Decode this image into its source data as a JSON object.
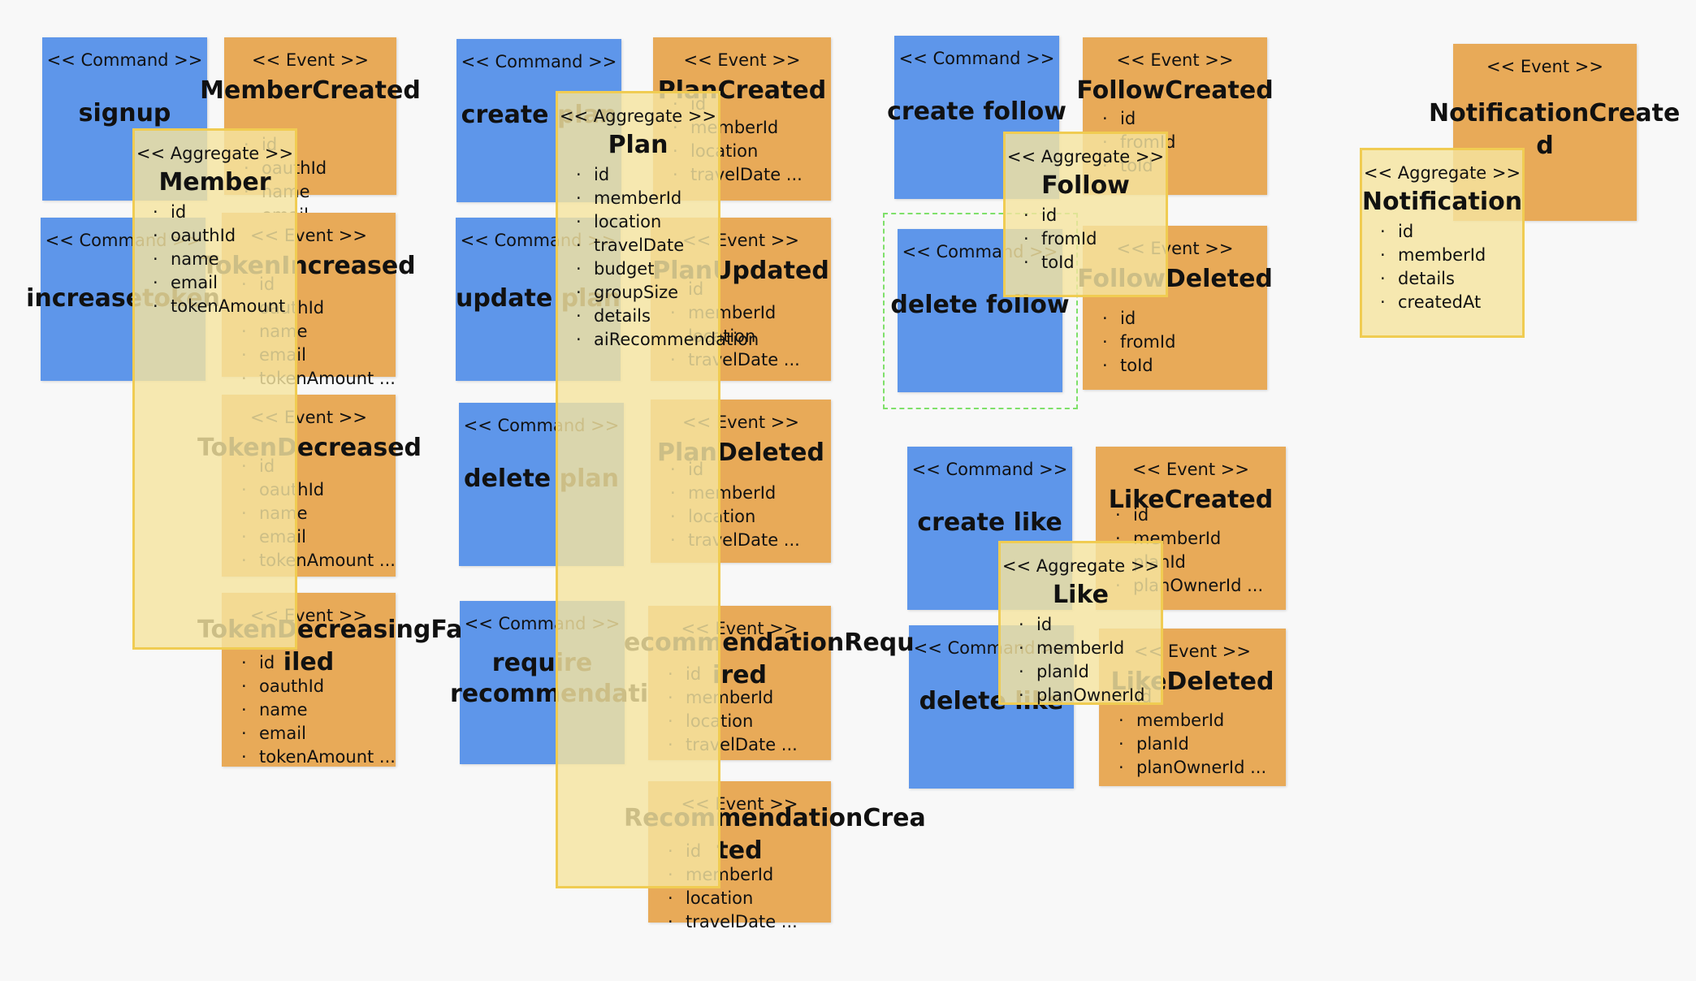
{
  "commands": {
    "signup": "signup",
    "increase_token": "increasetoken",
    "create_plan": "create plan",
    "update_plan": "update plan",
    "delete_plan": "delete plan",
    "require_recommendation": "require recommendation",
    "create_follow": "create follow",
    "delete_follow": "delete follow",
    "create_like": "create like",
    "delete_like": "delete like"
  },
  "stereotypes": {
    "command": "<< Command >>",
    "event": "<< Event >>",
    "aggregate": "<< Aggregate >>"
  },
  "events": {
    "member_created": {
      "name": "MemberCreated",
      "fields": [
        "id",
        "oauthId",
        "name",
        "email ..."
      ]
    },
    "token_increased": {
      "name": "TokenIncreased",
      "fields": [
        "id",
        "oauthId",
        "name",
        "email",
        "tokenAmount ..."
      ]
    },
    "token_decreased": {
      "name": "TokenDecreased",
      "fields": [
        "id",
        "oauthId",
        "name",
        "email",
        "tokenAmount ..."
      ]
    },
    "token_decreasing_failed": {
      "name": "TokenDecreasingFailed",
      "line1": "TokenDecreasingFa",
      "line2": "iled",
      "fields": [
        "id",
        "oauthId",
        "name",
        "email",
        "tokenAmount ..."
      ]
    },
    "plan_created": {
      "name": "PlanCreated",
      "fields": [
        "id",
        "memberId",
        "location",
        "travelDate ..."
      ]
    },
    "plan_updated": {
      "name": "PlanUpdated",
      "fields": [
        "id",
        "memberId",
        "location",
        "travelDate ..."
      ]
    },
    "plan_deleted": {
      "name": "PlanDeleted",
      "fields": [
        "id",
        "memberId",
        "location",
        "travelDate ..."
      ]
    },
    "recommendation_required": {
      "name": "RecommendationRequired",
      "line1": "ecommendationRequ",
      "line2": "ired",
      "fields": [
        "id",
        "memberId",
        "location",
        "travelDate ..."
      ]
    },
    "recommendation_created": {
      "name": "RecommendationCreated",
      "line1": "RecommendationCrea",
      "line2": "ted",
      "fields": [
        "id",
        "memberId",
        "location",
        "travelDate ..."
      ]
    },
    "follow_created": {
      "name": "FollowCreated",
      "fields": [
        "id",
        "fromId",
        "toId"
      ]
    },
    "follow_deleted": {
      "name": "FollowDeleted",
      "fields": [
        "id",
        "fromId",
        "toId"
      ]
    },
    "like_created": {
      "name": "LikeCreated",
      "fields": [
        "id",
        "memberId",
        "planId",
        "planOwnerId ..."
      ]
    },
    "like_deleted": {
      "name": "LikeDeleted",
      "fields": [
        "id",
        "memberId",
        "planId",
        "planOwnerId ..."
      ]
    },
    "notification_created": {
      "name": "NotificationCreated",
      "line1": "NotificationCreate",
      "line2": "d"
    }
  },
  "aggregates": {
    "member": {
      "name": "Member",
      "fields": [
        "id",
        "oauthId",
        "name",
        "email",
        "tokenAmount"
      ]
    },
    "plan": {
      "name": "Plan",
      "fields": [
        "id",
        "memberId",
        "location",
        "travelDate",
        "budget",
        "groupSize",
        "details",
        "aiRecommendation"
      ]
    },
    "follow": {
      "name": "Follow",
      "fields": [
        "id",
        "fromId",
        "toId"
      ]
    },
    "like": {
      "name": "Like",
      "fields": [
        "id",
        "memberId",
        "planId",
        "planOwnerId"
      ]
    },
    "notification": {
      "name": "Notification",
      "fields": [
        "id",
        "memberId",
        "details",
        "createdAt"
      ]
    }
  },
  "colors": {
    "command": "#5e96ea",
    "event": "#e8aa58",
    "aggregate": "#f5e4a0",
    "aggregate_border": "#f0cc52",
    "selection": "#7fe06a"
  }
}
